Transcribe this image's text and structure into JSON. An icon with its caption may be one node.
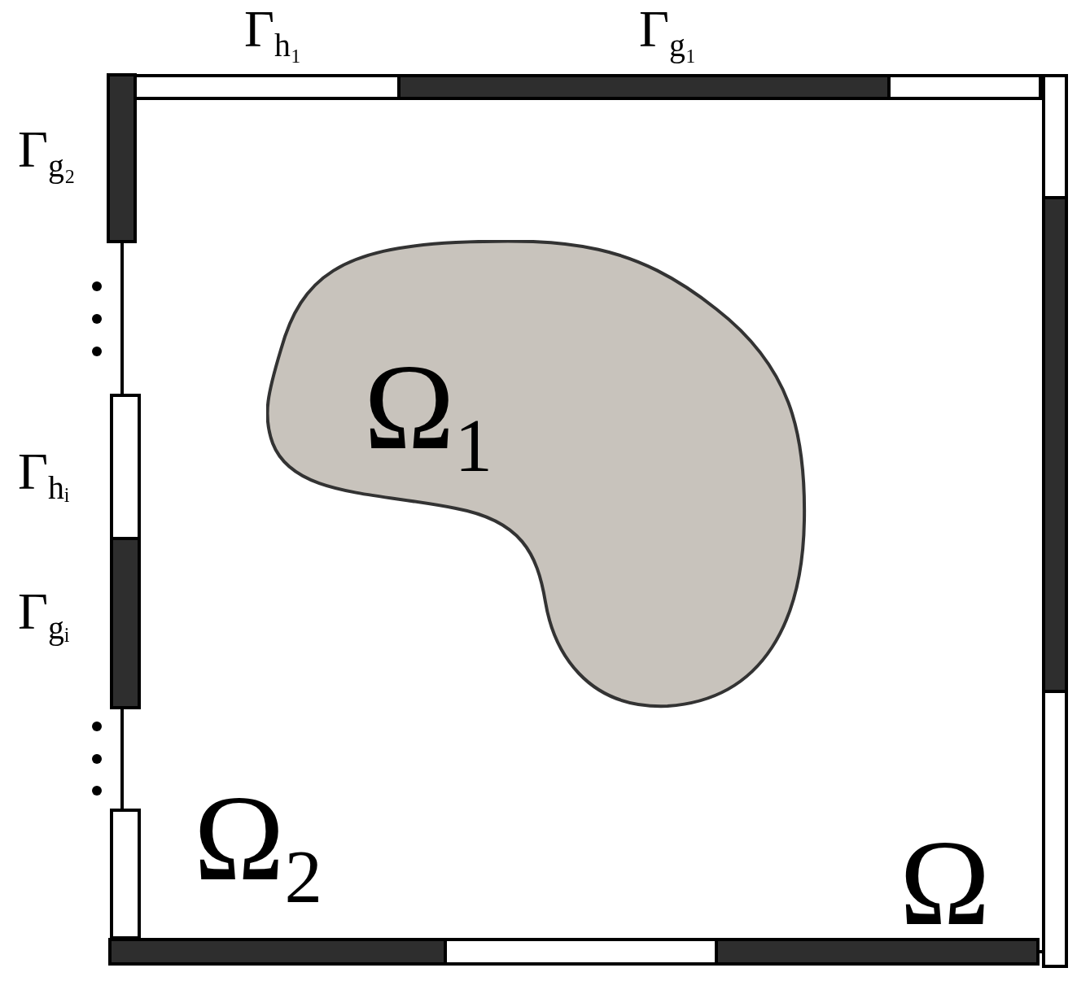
{
  "diagram": {
    "nodes": [
      {
        "text": [
          "Ω"
        ]
      },
      {
        "text": [
          "Ω$_{1}$"
        ],
        "in": 0
      }
    ],
    "labels": [
      "Γ$_{h₁}$",
      "Γ$_{g₁}$",
      "Γ$_{g₂}$",
      "Γ$_{hᵢ}$",
      "Γ$_{gᵢ}$",
      "Ω$_{2}$"
    ]
  }
}
